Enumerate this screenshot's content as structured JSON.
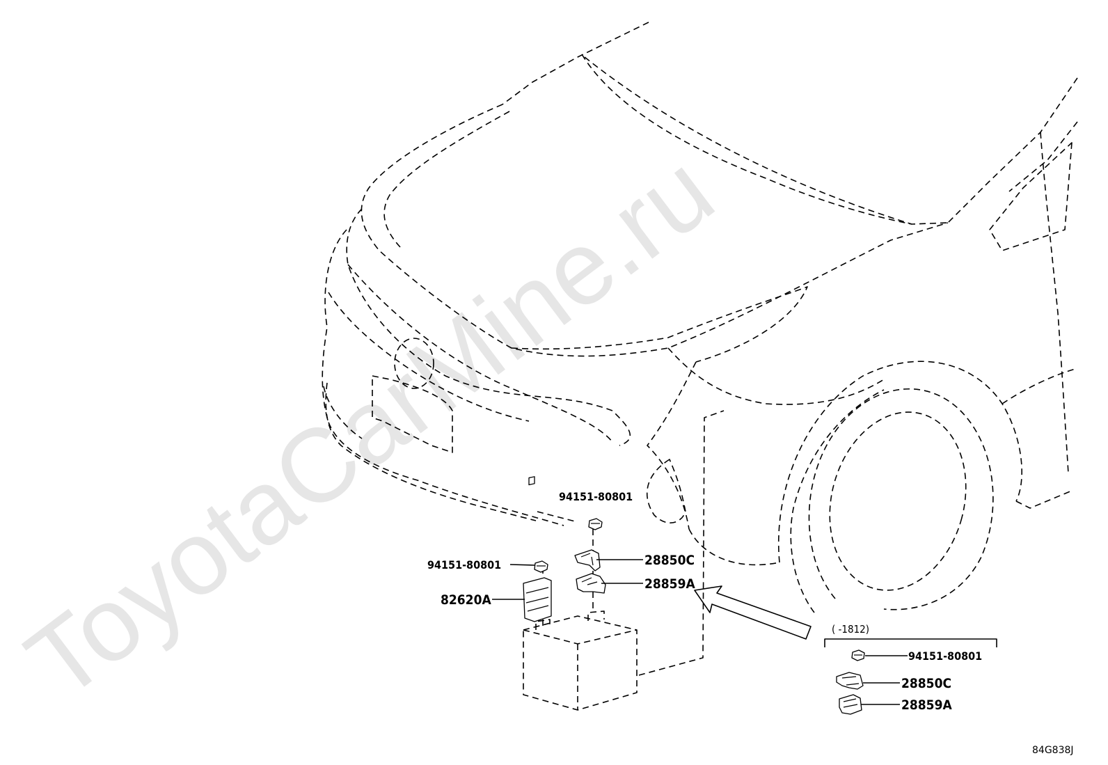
{
  "watermark": "ToyotaCarMine.ru",
  "diagram_code": "84G838J",
  "callouts": {
    "nut_top": "94151-80801",
    "nut_left": "94151-80801",
    "relay_box": "82620A",
    "fuse_block": "28850C",
    "fuse_cover": "28859A"
  },
  "inset": {
    "range": "(      -1812)",
    "nut": "94151-80801",
    "fuse_block": "28850C",
    "fuse_cover": "28859A"
  }
}
